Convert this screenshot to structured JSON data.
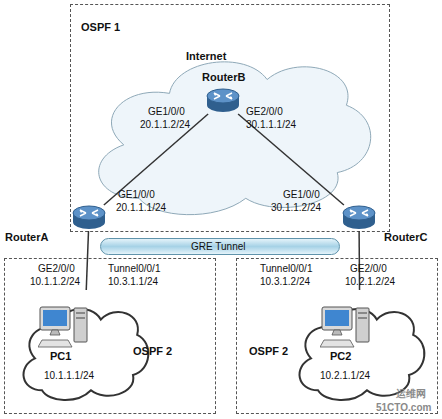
{
  "diagram": {
    "nodes": [
      {
        "text": [
          "OSPF 1"
        ]
      },
      {
        "text": [
          "Internet"
        ],
        "in": 0
      },
      {
        "text": [
          "RouterB"
        ],
        "in": 1
      },
      {
        "text": [
          "RouterA"
        ]
      },
      {
        "text": [
          "GRE Tunnel"
        ]
      },
      {
        "text": [
          "RouterC"
        ]
      },
      {
        "text": [
          "OSPF 2"
        ]
      },
      {
        "text": [
          "PC1",
          "10.1.1.1/24"
        ],
        "in": 6
      },
      {
        "text": [
          "OSPF 2"
        ]
      },
      {
        "text": [
          "PC2",
          "10.2.1.1/24"
        ],
        "in": 8
      }
    ],
    "edges": [
      {
        "from": 3,
        "to": 2,
        "arrow": "none"
      },
      {
        "from": 2,
        "to": 5,
        "arrow": "none"
      },
      {
        "from": 3,
        "to": 7,
        "arrow": "none"
      },
      {
        "from": 5,
        "to": 9,
        "arrow": "none"
      }
    ],
    "labels": [
      "GE1/0/0",
      "20.1.1.2/24",
      "GE2/0/0",
      "30.1.1.1/24",
      "GE1/0/0",
      "20.1.1.1/24",
      "GE1/0/0",
      "30.1.1.2/24",
      "GE2/0/0",
      "10.1.1.2/24",
      "Tunnel0/0/1",
      "10.3.1.1/24",
      "Tunnel0/0/1",
      "10.3.1.2/24",
      "GE2/0/0",
      "10.2.1.2/24",
      "51CTO.com",
      "运维网"
    ]
  }
}
